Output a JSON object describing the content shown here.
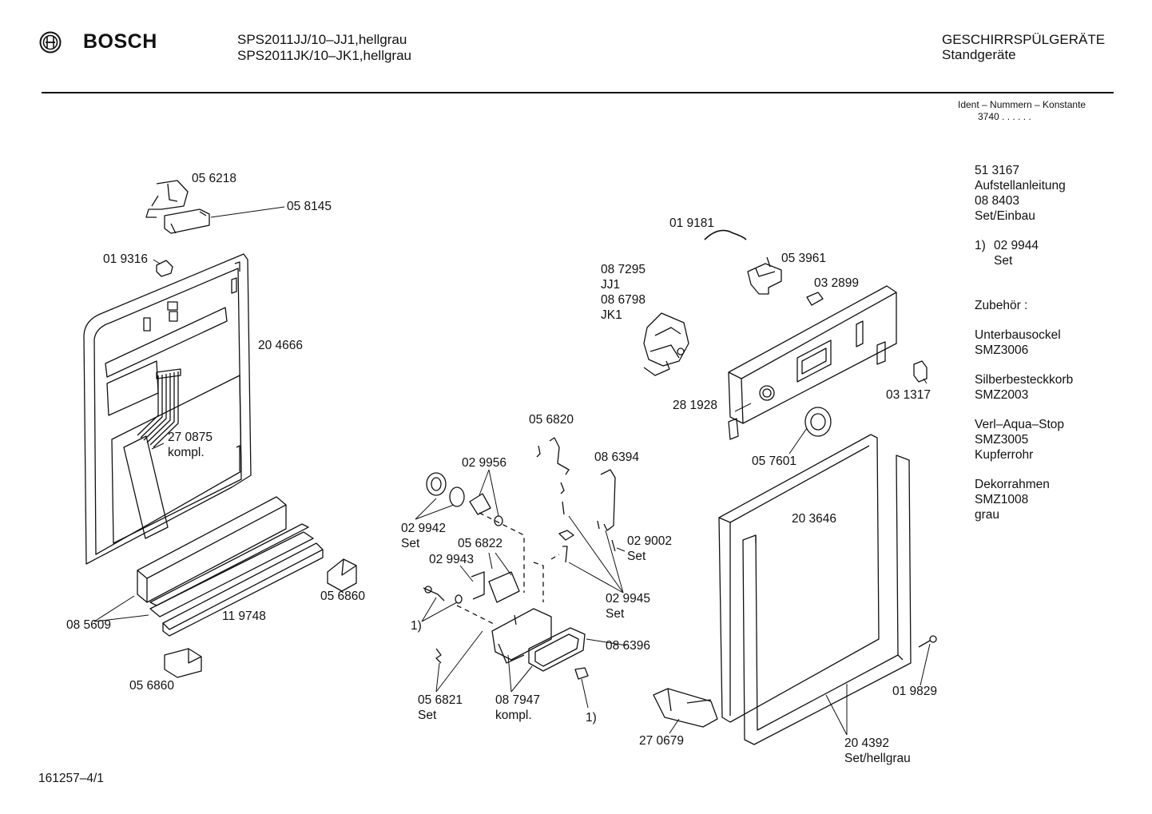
{
  "header": {
    "brand": "BOSCH",
    "model_line_1": "SPS2011JJ/10–JJ1,hellgrau",
    "model_line_2": "SPS2011JK/10–JK1,hellgrau",
    "category_line_1": "GESCHIRRSPÜLGERÄTE",
    "category_line_2": "Standgeräte",
    "ident_label": "Ident – Nummern – Konstante",
    "ident_value": "3740 . .   . . . ."
  },
  "labels": {
    "p056218": "05 6218",
    "p058145": "05 8145",
    "p019316": "01 9316",
    "p204666": "20 4666",
    "p270875": "27 0875",
    "p270875_note": "kompl.",
    "p085609": "08 5609",
    "p119748": "11 9748",
    "p056860_a": "05 6860",
    "p056860_b": "05 6860",
    "p019181": "01 9181",
    "p087295": "08 7295",
    "p087295_note": "JJ1",
    "p086798": "08 6798",
    "p086798_note": "JK1",
    "p053961": "05 3961",
    "p032899": "03 2899",
    "p031317": "03 1317",
    "p281928": "28 1928",
    "p057601": "05 7601",
    "p056820": "05 6820",
    "p029956": "02 9956",
    "p086394": "08 6394",
    "p029942": "02 9942",
    "p029942_note": "Set",
    "p056822": "05 6822",
    "p029943": "02 9943",
    "p029002": "02 9002",
    "p029002_note": "Set",
    "p029945": "02 9945",
    "p029945_note": "Set",
    "p086396": "08 6396",
    "fn1_a": "1)",
    "p056821": "05 6821",
    "p056821_note": "Set",
    "p087947": "08 7947",
    "p087947_note": "kompl.",
    "fn1_b": "1)",
    "p203646": "20 3646",
    "p019829": "01 9829",
    "p270679": "27 0679",
    "p204392": "20 4392",
    "p204392_note": "Set/hellgrau"
  },
  "sidebar": {
    "l1": "51 3167",
    "l2": "Aufstellanleitung",
    "l3": "08 8403",
    "l4": "Set/Einbau",
    "fn_marker": "1)",
    "fn_part": "02 9944",
    "fn_note": "Set",
    "acc_title": "Zubehör :",
    "acc1_name": "Unterbausockel",
    "acc1_code": "SMZ3006",
    "acc2_name": "Silberbesteckkorb",
    "acc2_code": "SMZ2003",
    "acc3_name": "Verl–Aqua–Stop",
    "acc3_code": "SMZ3005",
    "acc3_extra": "Kupferrohr",
    "acc4_name": "Dekorrahmen",
    "acc4_code": "SMZ1008",
    "acc4_extra": "grau"
  },
  "footer": {
    "doc_number": "161257–4/1"
  }
}
